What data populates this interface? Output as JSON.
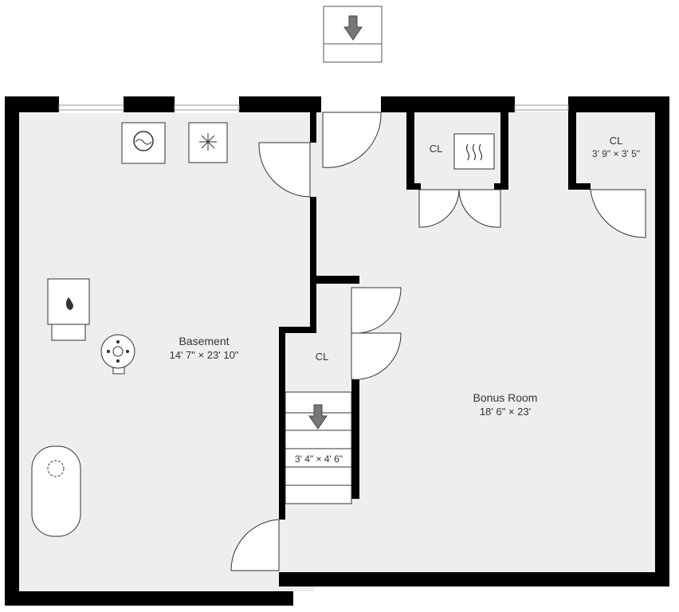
{
  "rooms": {
    "basement": {
      "name": "Basement",
      "size": "14' 7\" × 23' 10\""
    },
    "bonus_room": {
      "name": "Bonus Room",
      "size": "18' 6\" × 23'"
    },
    "closet_mechanical": {
      "name": "CL"
    },
    "closet_right": {
      "name": "CL",
      "size": "3' 9\" × 3' 5\""
    },
    "closet_stair": {
      "name": "CL"
    },
    "stair": {
      "size": "3' 4\" × 4' 6\""
    }
  },
  "icons": {
    "washer": "washer-icon",
    "dryer": "dryer-icon",
    "water_heater": "water-heater-icon",
    "furnace": "furnace-icon",
    "tank": "oil-tank-icon",
    "heater": "heater-icon",
    "stair_arrow": "down-arrow-icon"
  },
  "colors": {
    "wall": "#000000",
    "floor": "#eeeeee",
    "arrow": "#777777"
  }
}
